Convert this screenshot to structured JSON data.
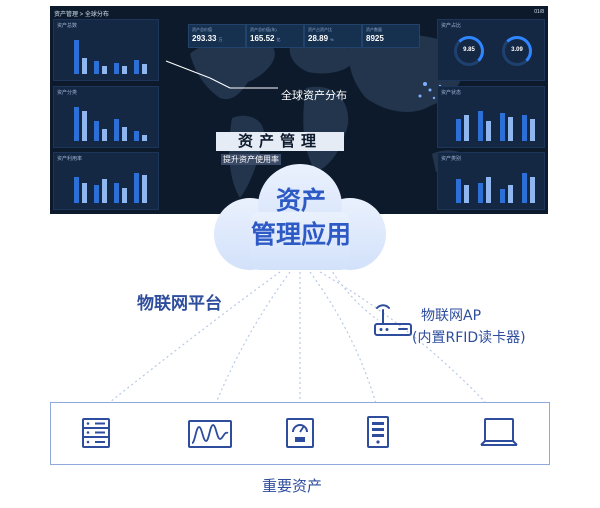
{
  "dashboard": {
    "breadcrumb": "资产管理 > 全球分布",
    "corner": "01/8",
    "panels": {
      "top_left": "资产总数",
      "mid_left": "资产分类",
      "bottom_left": "资产利用率",
      "top_right": "资产占比",
      "mid_right": "资产状态",
      "bottom_right": "资产类别"
    },
    "stats": [
      {
        "label": "资产总价值",
        "value": "293.33",
        "unit": "万"
      },
      {
        "label": "资产总价值(年)",
        "value": "165.52",
        "unit": "亿"
      },
      {
        "label": "资产占资产比",
        "value": "28.89",
        "unit": "%"
      },
      {
        "label": "资产数量",
        "value": "8925",
        "unit": ""
      }
    ],
    "gauges": [
      {
        "value": "9.85"
      },
      {
        "value": "3.09"
      }
    ],
    "map_label": "全球资产分布",
    "slogan": "资产管理",
    "slogan_sub": "提升资产使用率"
  },
  "cloud": {
    "line1": "资产",
    "line2": "管理应用"
  },
  "platform_label": "物联网平台",
  "ap": {
    "line1": "物联网AP",
    "line2": "(内置RFID读卡器)"
  },
  "devices": [
    {
      "icon": "server-icon"
    },
    {
      "icon": "waveform-monitor-icon"
    },
    {
      "icon": "meter-icon"
    },
    {
      "icon": "storage-icon"
    },
    {
      "icon": "laptop-icon"
    }
  ],
  "assets_label": "重要资产",
  "colors": {
    "primary": "#2e4d9c",
    "accent": "#2d5ac4",
    "cloud": "#dde8fb",
    "line": "#8fa9dc",
    "dashboard_bg": "#0d1a2c"
  }
}
